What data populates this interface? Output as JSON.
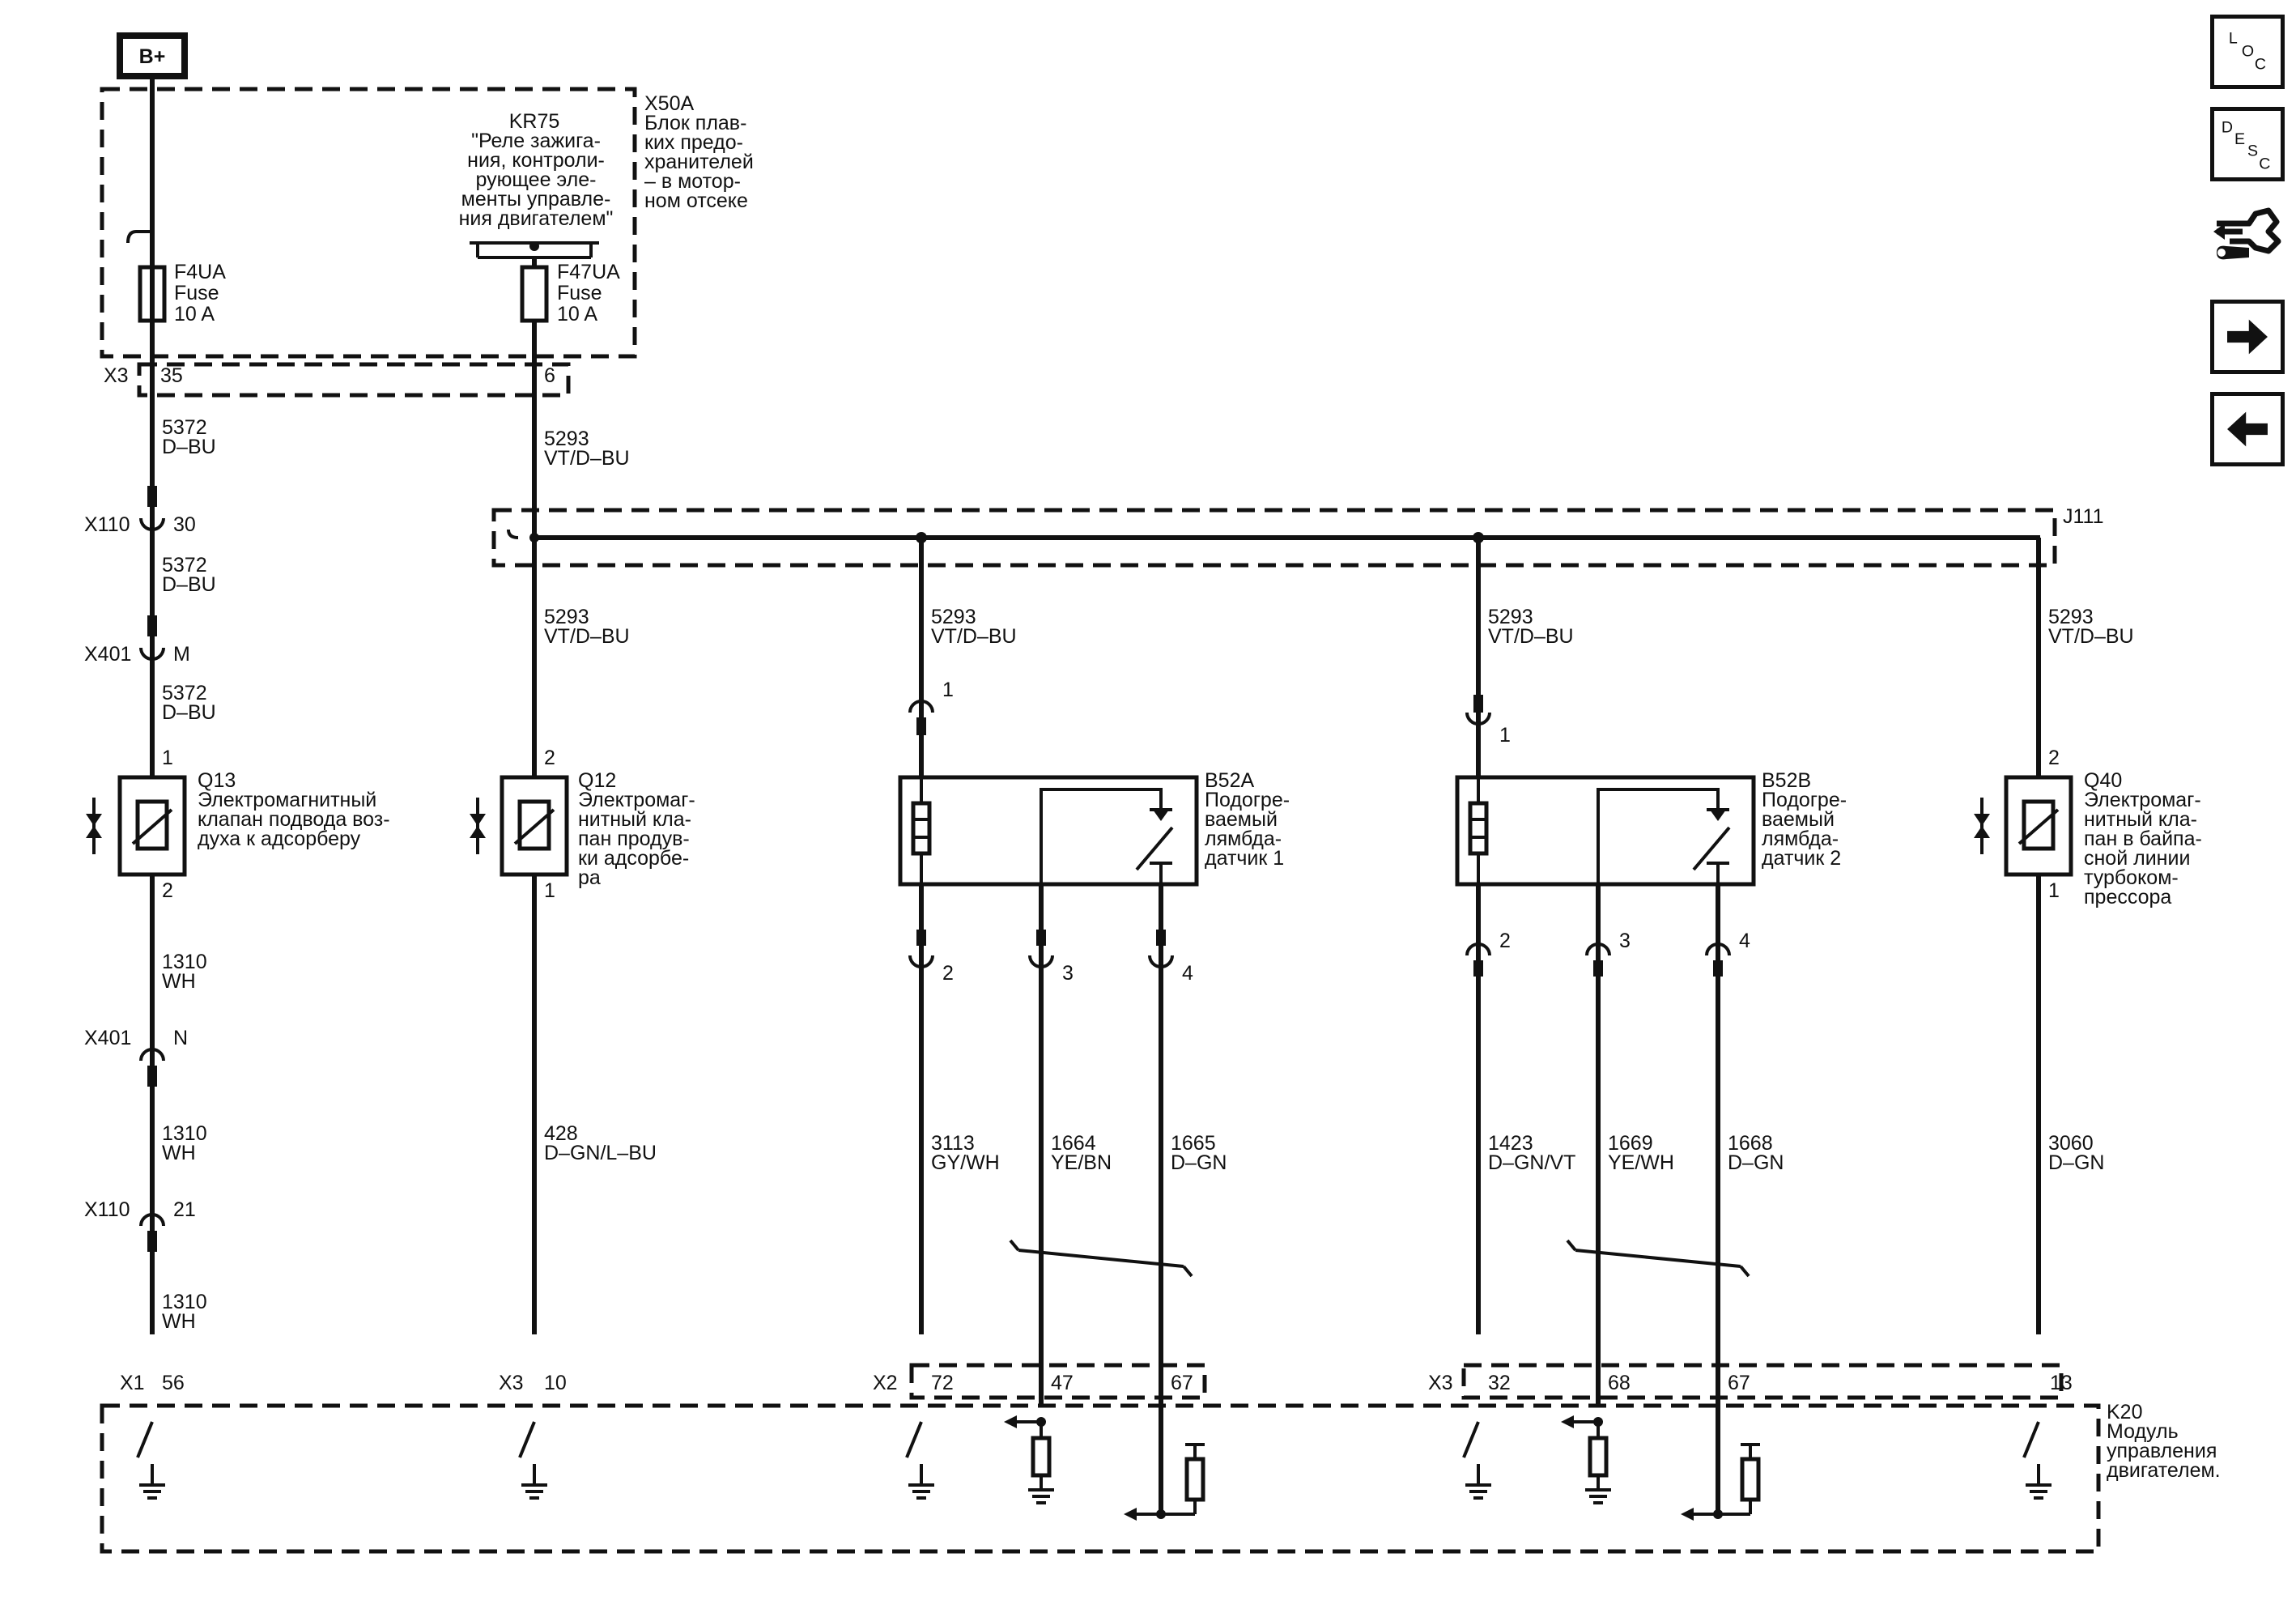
{
  "diagram": {
    "power": "B+",
    "x50a": {
      "id": "X50A",
      "desc": [
        "Блок плав-",
        "ких предо-",
        "хранителей",
        "– в мотор-",
        "ном отсеке"
      ]
    },
    "kr75": {
      "id": "KR75",
      "desc": [
        "\"Реле зажига-",
        "ния, контроли-",
        "рующее эле-",
        "менты управле-",
        "ния двигателем\""
      ]
    },
    "fuses": [
      {
        "id": "F4UA",
        "type": "Fuse",
        "rating": "10 A"
      },
      {
        "id": "F47UA",
        "type": "Fuse",
        "rating": "10 A"
      }
    ],
    "wires": {
      "w5372": [
        "5372",
        "D–BU"
      ],
      "w5293": [
        "5293",
        "VT/D–BU"
      ],
      "w1310": [
        "1310",
        "WH"
      ],
      "w428": [
        "428",
        "D–GN/L–BU"
      ],
      "w3113": [
        "3113",
        "GY/WH"
      ],
      "w1664": [
        "1664",
        "YE/BN"
      ],
      "w1665": [
        "1665",
        "D–GN"
      ],
      "w1423": [
        "1423",
        "D–GN/VT"
      ],
      "w1669": [
        "1669",
        "YE/WH"
      ],
      "w1668": [
        "1668",
        "D–GN"
      ],
      "w3060": [
        "3060",
        "D–GN"
      ]
    },
    "connectors": {
      "x3": "X3",
      "x110": "X110",
      "x401": "X401",
      "x1": "X1",
      "x2": "X2",
      "j111": "J111",
      "p35": "35",
      "p6": "6",
      "p30": "30",
      "pM": "M",
      "pN": "N",
      "p21": "21",
      "p56": "56",
      "p10": "10",
      "p72": "72",
      "p47": "47",
      "p67": "67",
      "p32": "32",
      "p68": "68",
      "p13": "13",
      "p1": "1",
      "p2": "2",
      "p3": "3",
      "p4": "4"
    },
    "q13": {
      "id": "Q13",
      "desc": [
        "Электромагнитный",
        "клапан подвода воз-",
        "духа к адсорберу"
      ]
    },
    "q12": {
      "id": "Q12",
      "desc": [
        "Электромаг-",
        "нитный кла-",
        "пан продув-",
        "ки адсорбе-",
        "ра"
      ]
    },
    "b52a": {
      "id": "B52A",
      "desc": [
        "Подогре-",
        "ваемый",
        "лямбда-",
        "датчик 1"
      ]
    },
    "b52b": {
      "id": "B52B",
      "desc": [
        "Подогре-",
        "ваемый",
        "лямбда-",
        "датчик 2"
      ]
    },
    "q40": {
      "id": "Q40",
      "desc": [
        "Электромаг-",
        "нитный кла-",
        "пан в байпа-",
        "сной линии",
        "турбоком-",
        "прессора"
      ]
    },
    "k20": {
      "id": "K20",
      "desc": [
        "Модуль",
        "управления",
        "двигателем."
      ]
    }
  },
  "nav": {
    "loc": {
      "letters": [
        "L",
        "O",
        "C"
      ],
      "icon": "loc-icon"
    },
    "desc": {
      "letters": [
        "D",
        "E",
        "S",
        "C"
      ],
      "icon": "desc-icon"
    },
    "tool": {
      "icon": "connector-repair-icon"
    },
    "next": {
      "icon": "arrow-right-icon"
    },
    "prev": {
      "icon": "arrow-left-icon"
    }
  }
}
